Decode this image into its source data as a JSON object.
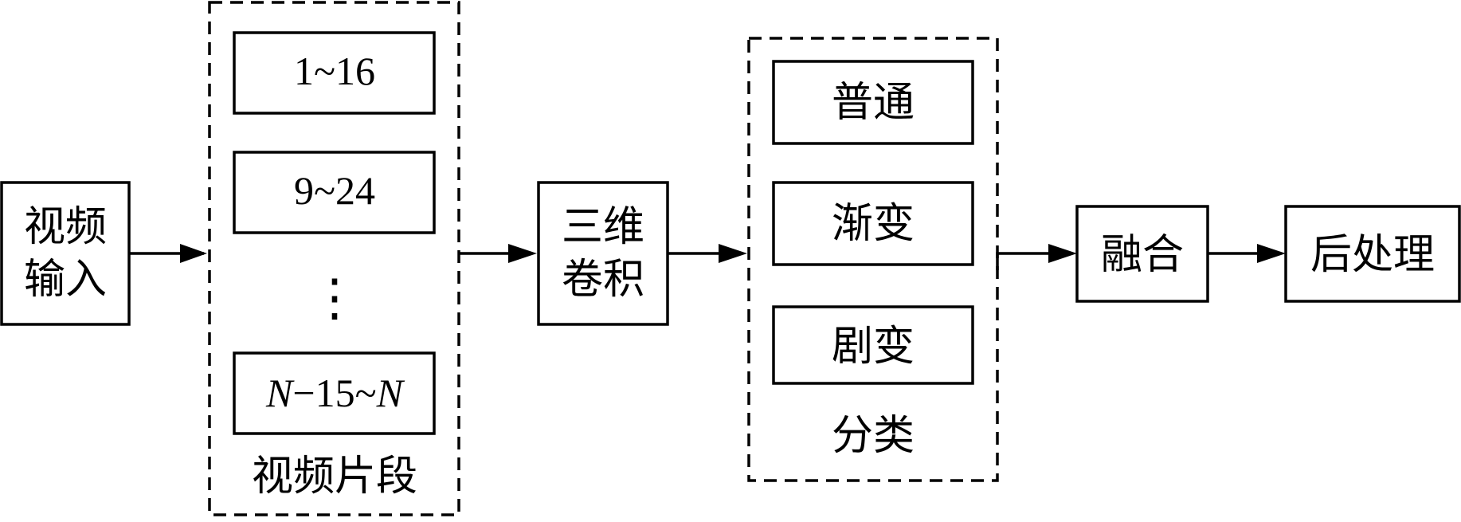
{
  "diagram": {
    "video_input": {
      "line1": "视频",
      "line2": "输入"
    },
    "segments": {
      "items": [
        "1~16",
        "9~24"
      ],
      "ellipsis": "⋮",
      "last": {
        "n1": "N",
        "mid": "−15~",
        "n2": "N"
      },
      "caption": "视频片段"
    },
    "conv3d": {
      "line1": "三维",
      "line2": "卷积"
    },
    "classification": {
      "items": [
        "普通",
        "渐变",
        "剧变"
      ],
      "caption": "分类"
    },
    "fusion": "融合",
    "post_processing": "后处理"
  }
}
